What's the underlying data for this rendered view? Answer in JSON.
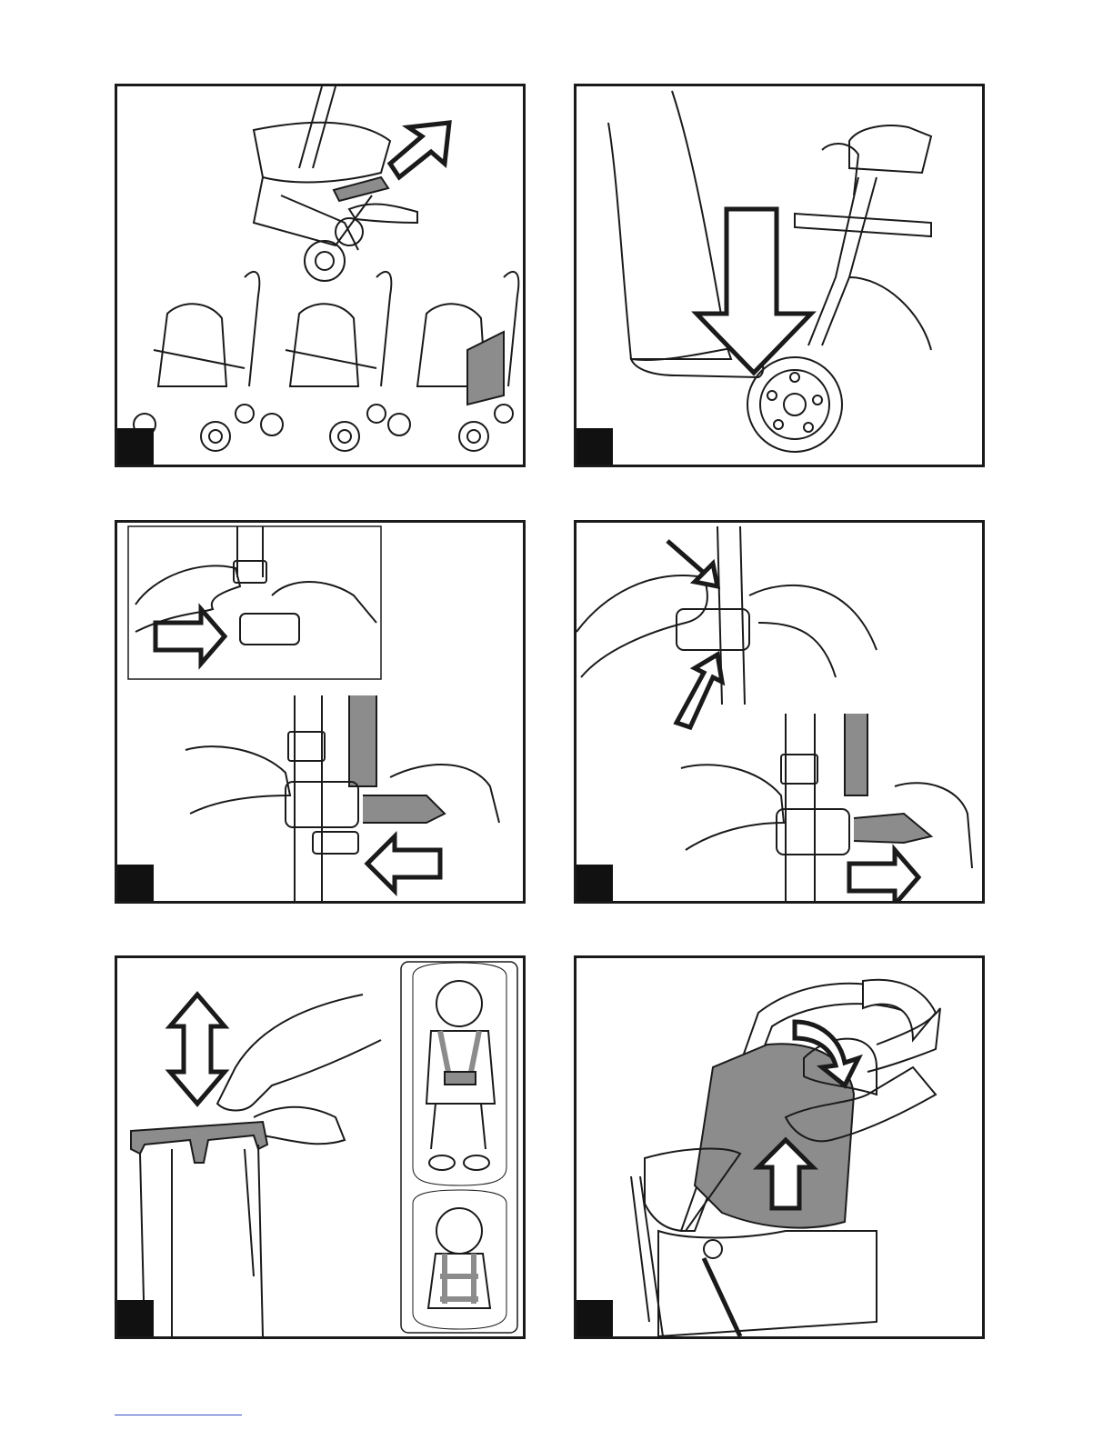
{
  "page": {
    "layout": "instruction-illustration-grid"
  },
  "panels": [
    {
      "name": "recline-adjustment",
      "icons": [
        "stroller-icon",
        "push-arrow-icon"
      ]
    },
    {
      "name": "brake-pedal",
      "icons": [
        "foot-icon",
        "down-arrow-icon",
        "wheel-icon"
      ]
    },
    {
      "name": "buckle-fasten",
      "icons": [
        "hand-icon",
        "buckle-icon",
        "left-arrow-icon",
        "right-arrow-icon"
      ]
    },
    {
      "name": "buckle-release",
      "icons": [
        "hand-icon",
        "buckle-icon",
        "pinch-arrows-icon",
        "right-arrow-icon"
      ]
    },
    {
      "name": "shoulder-strap-height",
      "icons": [
        "hand-icon",
        "up-down-arrow-icon",
        "child-harness-icon"
      ]
    },
    {
      "name": "seat-pad-fitting",
      "icons": [
        "hands-icon",
        "curved-arrow-icon",
        "up-arrow-icon"
      ]
    }
  ],
  "colors": {
    "line": "#1a1a1a",
    "shade": "#8c8c8c",
    "tag": "#111111",
    "footer_rule": "#3a4fc9"
  }
}
